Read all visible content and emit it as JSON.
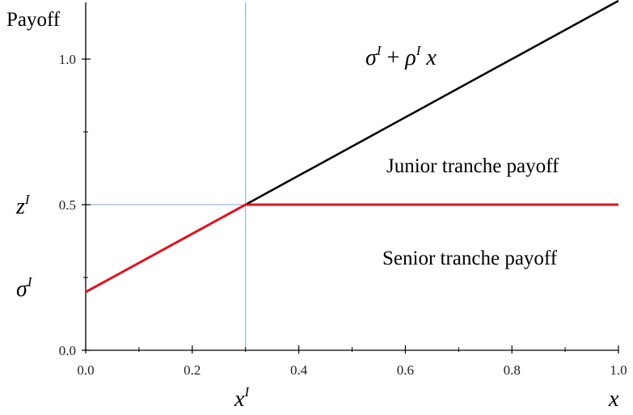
{
  "chart_data": {
    "type": "line",
    "ylabel": "Payoff",
    "xlabel": "x",
    "xlim": [
      0.0,
      1.0
    ],
    "ylim": [
      0.0,
      1.2
    ],
    "x_ticks": [
      "0.0",
      "0.2",
      "0.4",
      "0.6",
      "0.8",
      "1.0"
    ],
    "y_ticks": [
      "0.0",
      "0.5",
      "1.0"
    ],
    "series": [
      {
        "points": [
          [
            0.3,
            0.5
          ],
          [
            1.0,
            1.2
          ]
        ],
        "color": "#000000"
      },
      {
        "points": [
          [
            0.0,
            0.2
          ],
          [
            0.3,
            0.5
          ],
          [
            1.0,
            0.5
          ]
        ],
        "color": "#e0141e"
      }
    ],
    "reference_lines": {
      "x": 0.3,
      "y": 0.5,
      "color": "#7fa7d4"
    },
    "annotations": {
      "formula": {
        "sigma": "σ",
        "sup1": "I",
        "plus": " + ",
        "rho": "ρ",
        "sup2": "I",
        "x": " x"
      },
      "junior": "Junior tranche payoff",
      "senior": "Senior tranche payoff",
      "z_label": {
        "base": "z",
        "sup": "I"
      },
      "sigma_label": {
        "base": "σ",
        "sup": "I"
      },
      "x_label": {
        "base": "x",
        "sup": "I"
      }
    }
  }
}
